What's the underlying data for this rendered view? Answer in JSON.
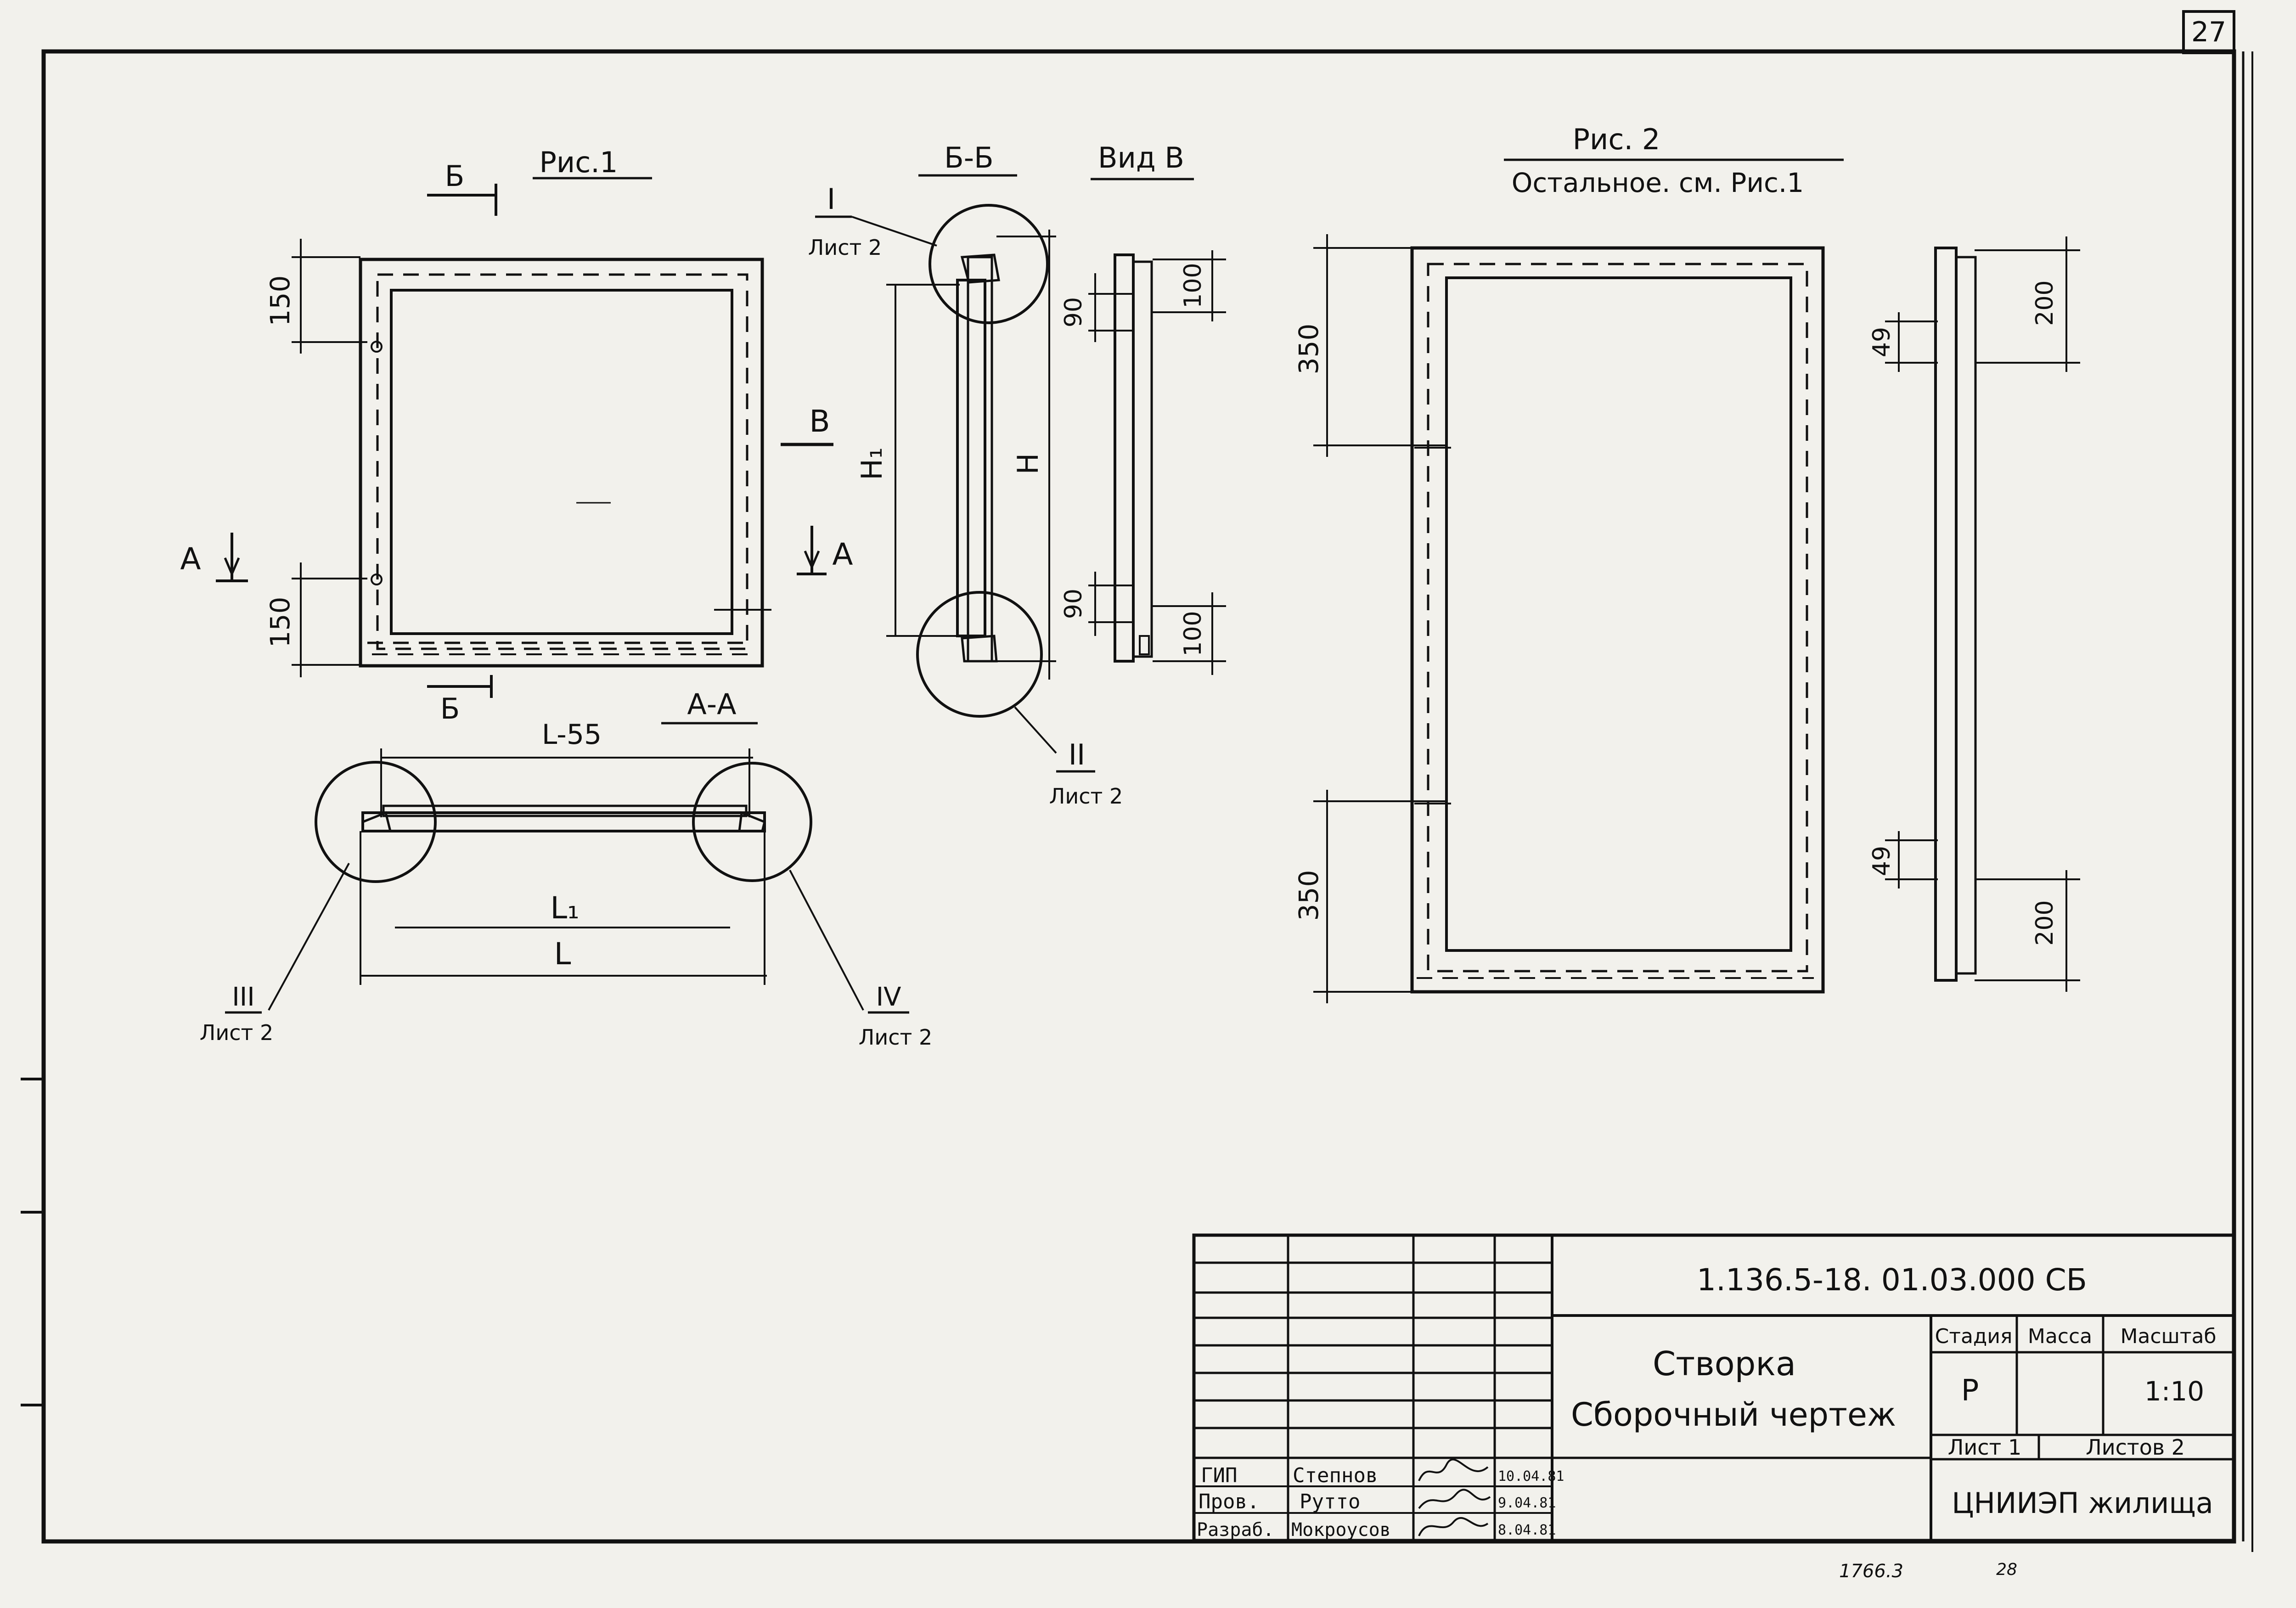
{
  "sheet_number": "27",
  "fig1": {
    "title": "Рис.1",
    "section_b": "Б",
    "section_a": "А",
    "view_v": "В",
    "dim_top": "150",
    "dim_bottom": "150"
  },
  "section_bb": {
    "title": "Б-Б",
    "callout_1": "I",
    "callout_1_sheet": "Лист 2",
    "callout_2": "II",
    "callout_2_sheet": "Лист 2",
    "dim_h1": "H₁",
    "dim_h": "H"
  },
  "view_b": {
    "title": "Вид В",
    "dim_90_top": "90",
    "dim_100_top": "100",
    "dim_90_bottom": "90",
    "dim_100_bottom": "100"
  },
  "section_aa": {
    "title": "А-А",
    "dim_top": "L-55",
    "dim_l1": "L₁",
    "dim_l": "L",
    "callout_3": "III",
    "callout_3_sheet": "Лист 2",
    "callout_4": "IV",
    "callout_4_sheet": "Лист 2"
  },
  "fig2": {
    "title": "Рис. 2",
    "subtitle": "Остальное. см. Рис.1",
    "dim_350_top": "350",
    "dim_350_bottom": "350",
    "dim_49_top": "49",
    "dim_49_bottom": "49",
    "dim_200_top": "200",
    "dim_200_bottom": "200"
  },
  "title_block": {
    "doc_code": "1.136.5-18. 01.03.000 СБ",
    "name_line1": "Створка",
    "name_line2": "Сборочный чертеж",
    "stage_header": "Стадия",
    "mass_header": "Масса",
    "scale_header": "Масштаб",
    "stage_value": "Р",
    "scale_value": "1:10",
    "sheet_label": "Лист 1",
    "sheets_label": "Листов 2",
    "org": "ЦНИИЭП жилища",
    "signatures": [
      {
        "role": "ГИП",
        "name": "Степнов",
        "date": "10.04.81"
      },
      {
        "role": "Пров.",
        "name": "Рутто",
        "date": "9.04.81"
      },
      {
        "role": "Разраб.",
        "name": "Мокроусов",
        "date": "8.04.81"
      }
    ]
  },
  "footer_note": "1766.3",
  "footer_note2": "28"
}
